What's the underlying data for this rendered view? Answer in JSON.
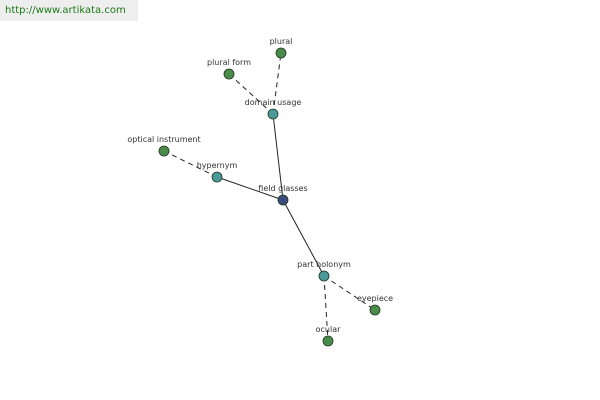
{
  "watermark": {
    "text": "http://www.artikata.com"
  },
  "colors": {
    "center": "#3c4c7c",
    "relation": "#4a9a9a",
    "leaf": "#4a8a4a",
    "edge": "#222222"
  },
  "nodes": [
    {
      "id": "field-glasses",
      "label": "field glasses",
      "kind": "center"
    },
    {
      "id": "domain-usage",
      "label": "domain usage",
      "kind": "relation"
    },
    {
      "id": "hypernym",
      "label": "hypernym",
      "kind": "relation"
    },
    {
      "id": "part-holonym",
      "label": "part holonym",
      "kind": "relation"
    },
    {
      "id": "plural",
      "label": "plural",
      "kind": "leaf"
    },
    {
      "id": "plural-form",
      "label": "plural form",
      "kind": "leaf"
    },
    {
      "id": "optical-instrument",
      "label": "optical instrument",
      "kind": "leaf"
    },
    {
      "id": "eyepiece",
      "label": "eyepiece",
      "kind": "leaf"
    },
    {
      "id": "ocular",
      "label": "ocular",
      "kind": "leaf"
    }
  ],
  "edges": [
    {
      "from": "field-glasses",
      "to": "domain-usage",
      "style": "solid"
    },
    {
      "from": "field-glasses",
      "to": "hypernym",
      "style": "solid"
    },
    {
      "from": "field-glasses",
      "to": "part-holonym",
      "style": "solid"
    },
    {
      "from": "domain-usage",
      "to": "plural",
      "style": "dashed"
    },
    {
      "from": "domain-usage",
      "to": "plural-form",
      "style": "dashed"
    },
    {
      "from": "hypernym",
      "to": "optical-instrument",
      "style": "dashed"
    },
    {
      "from": "part-holonym",
      "to": "eyepiece",
      "style": "dashed"
    },
    {
      "from": "part-holonym",
      "to": "ocular",
      "style": "dashed"
    }
  ]
}
